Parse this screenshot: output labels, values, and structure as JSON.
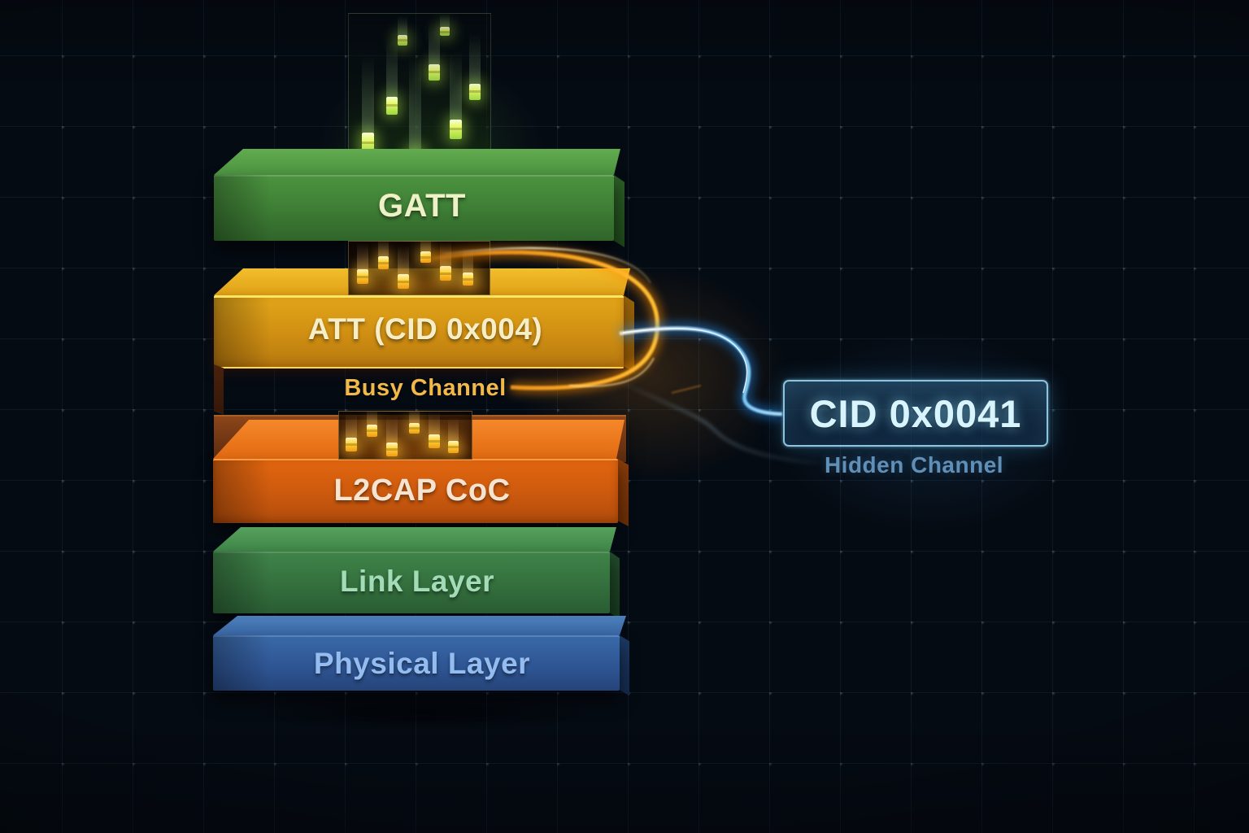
{
  "stack": {
    "layers": [
      {
        "id": "gatt",
        "label": "GATT",
        "color": "#3e7e35"
      },
      {
        "id": "att",
        "label": "ATT (CID 0x004)",
        "sub_label": "Busy Channel",
        "color": "#cf8e12",
        "sub_color": "#713613"
      },
      {
        "id": "l2cap",
        "label": "L2CAP CoC",
        "color": "#cd5a0e"
      },
      {
        "id": "link",
        "label": "Link Layer",
        "color": "#35713e"
      },
      {
        "id": "phy",
        "label": "Physical Layer",
        "color": "#2e5492"
      }
    ]
  },
  "callout": {
    "label": "CID 0x0041",
    "caption": "Hidden Channel",
    "border_color": "#96d4ee",
    "text_color": "#d8f4fe",
    "caption_color": "#6090b8"
  },
  "cables": {
    "busy_loop_color": "#ff9d1e",
    "hidden_channel_color": "#3aa9f2"
  },
  "streams": {
    "top_head_color": "#e6fa6e",
    "mid_head_color": "#ffd63c"
  }
}
